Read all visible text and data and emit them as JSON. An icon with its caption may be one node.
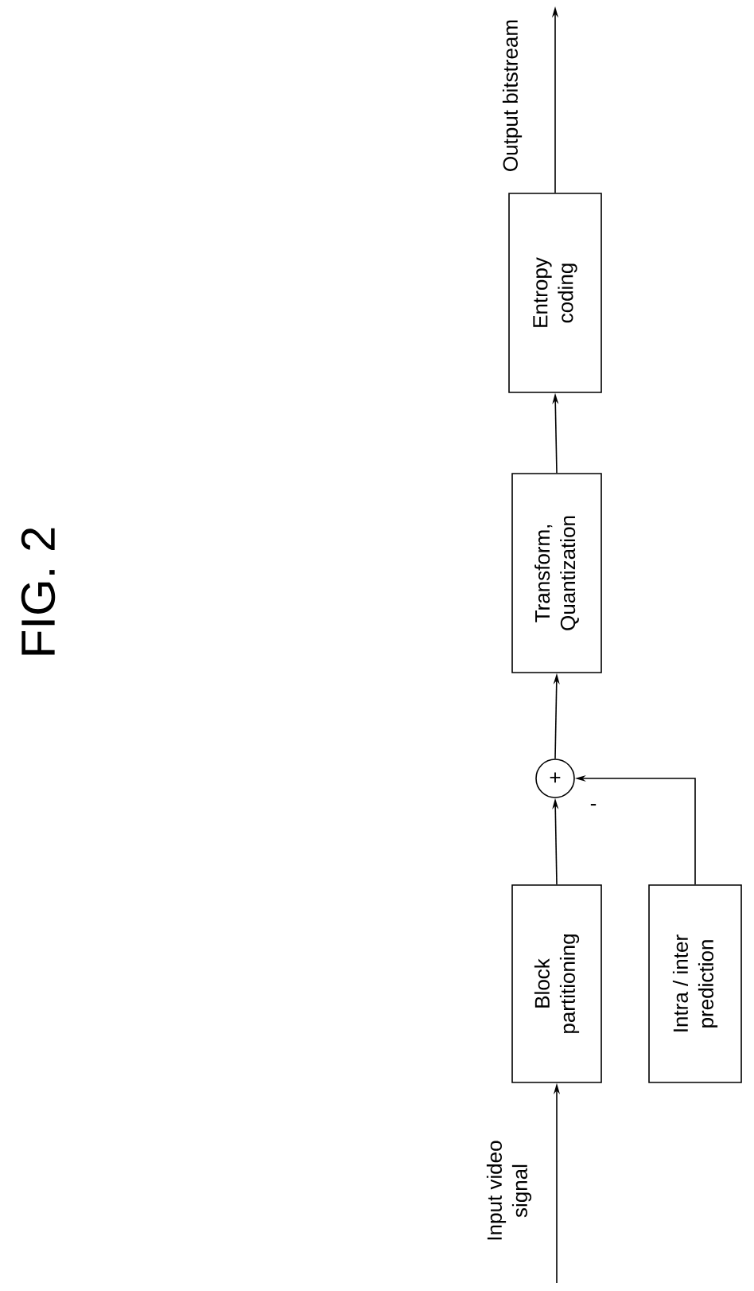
{
  "diagram": {
    "title": "FIG. 2",
    "nodes": [
      {
        "text": [
          "Block partitioning"
        ]
      },
      {
        "text": [
          "Intra / inter prediction"
        ]
      },
      {
        "text": [
          "+"
        ],
        "beside": [
          "-"
        ]
      },
      {
        "text": [
          "Transform, Quantization"
        ]
      },
      {
        "text": [
          "Entropy coding"
        ]
      }
    ],
    "edges": [
      {
        "from": null,
        "to": 0,
        "arrow": "to"
      },
      {
        "from": 0,
        "to": 2,
        "arrow": "to"
      },
      {
        "from": 1,
        "to": 2,
        "arrow": "to"
      },
      {
        "from": 2,
        "to": 3,
        "arrow": "to"
      },
      {
        "from": 3,
        "to": 4,
        "arrow": "to"
      },
      {
        "from": 4,
        "to": null,
        "arrow": "to"
      }
    ],
    "labels": [
      "Input video signal",
      "Output bitstream"
    ]
  }
}
